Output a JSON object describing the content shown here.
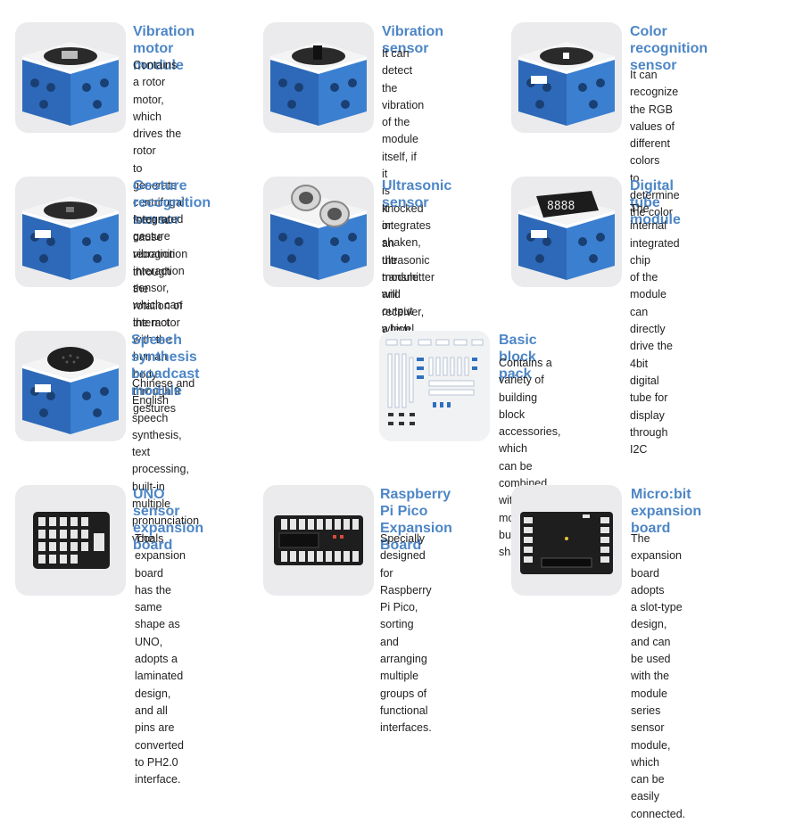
{
  "colors": {
    "title": "#4d86c6",
    "text": "#222222",
    "thumb_bg": "#ebebed",
    "module_blue": "#2f6fbf"
  },
  "products": [
    {
      "icon": "vibration-motor-module-image",
      "title": "Vibration motor\nmodule",
      "desc": "Contains a rotor motor,\nwhich drives the rotor\nto generate centrifugal\nforce to cause vibration\nthrough the rotation of\nthe motor"
    },
    {
      "icon": "vibration-sensor-image",
      "title": "Vibration sensor",
      "desc": "It can detect the vibration\nof the module itself, if it\nis knocked or shaken,\nthe module will output\na level signal"
    },
    {
      "icon": "color-recognition-sensor-image",
      "title": "Color recognition\nsensor",
      "desc": "It can recognize the RGB\nvalues of different colors\nto determine the color"
    },
    {
      "icon": "gesture-recognition-sensor-image",
      "title": "Gesture recognition\nsensor",
      "desc": "Integrated gesture\nrecognition interaction\nsensor, which can interact\nwith the human body\nthrough 9 gestures"
    },
    {
      "icon": "ultrasonic-sensor-image",
      "title": "Ultrasonic sensor",
      "desc": "It integrates an\nultrasonic transmitter\nand receiver, which\ncan use ultrasonic to\nmeasure distance"
    },
    {
      "icon": "digital-tube-module-image",
      "title": "Digital tube module",
      "desc": "The internal integrated chip\nof the module can directly\ndrive the 4bit digital tube for\ndisplay through I2C"
    },
    {
      "icon": "speech-synthesis-module-image",
      "title": "Speech synthesis\nbroadcast module",
      "desc": "Chinese and English speech synthesis, text\nprocessing, built-in multiple pronunciation\nvocals"
    },
    {
      "icon": "basic-block-pack-image",
      "title": "Basic block pack",
      "desc": "Contains a variety of building block accessories, which\ncan be combined with modules to build some shapes"
    },
    {
      "icon": "uno-expansion-board-image",
      "title": "UNO sensor\nexpansion board",
      "desc": "The expansion board\nhas the same shape as\nUNO, adopts a laminated\ndesign, and all pins are\nconverted to PH2.0\ninterface."
    },
    {
      "icon": "pico-expansion-board-image",
      "title": "Raspberry Pi Pico\nExpansion Board",
      "desc": "Specially designed for\nRaspberry Pi Pico, sorting\nand arranging multiple\ngroups of functional\ninterfaces."
    },
    {
      "icon": "microbit-expansion-board-image",
      "title": "Micro:bit expansion\nboard",
      "desc": "The expansion board adopts\na slot-type design, and can\nbe used with the module\nseries sensor module, which\ncan be easily connected."
    }
  ]
}
